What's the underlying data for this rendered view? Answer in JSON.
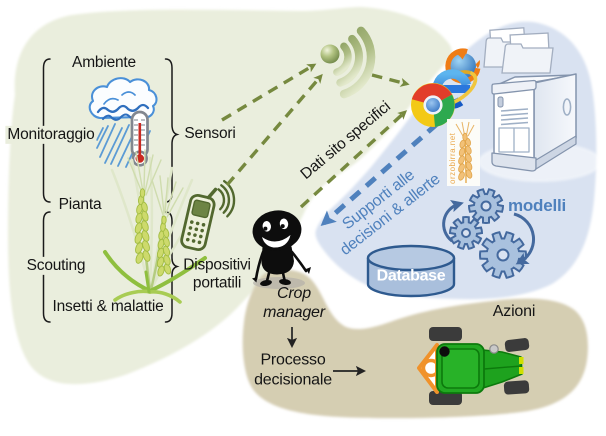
{
  "diagram": {
    "description": "Decision support system diagram for crop management (Italian)",
    "monitor_group": {
      "ambiente": "Ambiente",
      "monitoraggio": "Monitoraggio",
      "pianta": "Pianta",
      "scouting": "Scouting",
      "insetti": "Insetti & malattie",
      "sensori": "Sensori",
      "dispositivi": "Dispositivi\nportatili"
    },
    "flows": {
      "dati": "Dati sito specifici",
      "supporti": "Supporti alle\ndecisioni & allerte"
    },
    "center": {
      "crop_manager": "Crop\nmanager",
      "processo": "Processo\ndecisionale"
    },
    "system": {
      "modelli": "modelli",
      "database": "Database"
    },
    "actions": {
      "azioni": "Azioni"
    },
    "watermark": "orzobirra.net"
  },
  "palette": {
    "green_blob": "#eaeedd",
    "blue_blob": "#d9e2f1",
    "tan_blob": "#d5ceb2",
    "accent_blue": "#4f81bd",
    "arrow_green": "#76893f",
    "gear_blue_fill": "#a9c1de",
    "gear_blue_stroke": "#44699e",
    "database_fill": "#a9bfdc",
    "database_stroke": "#2e5a8f",
    "tractor_green": "#1ea21e",
    "implement_orange": "#f0922b",
    "text_black": "#151515",
    "watermark_orange": "#eaa94f"
  },
  "icons": [
    "rain-cloud-icon",
    "thermometer-icon",
    "wheat-plant-icon",
    "mobile-phone-icon",
    "wifi-antenna-icon",
    "firefox-browser-icon",
    "ie-browser-icon",
    "chrome-browser-icon",
    "folders-icon",
    "server-tower-icon",
    "gears-icon",
    "database-cylinder-icon",
    "crop-manager-mascot",
    "tractor-icon"
  ]
}
